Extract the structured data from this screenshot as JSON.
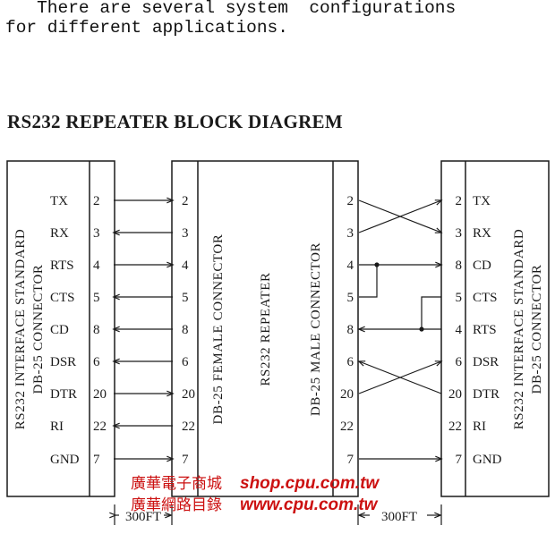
{
  "intro": {
    "line1": "   There are several system  configurations",
    "line2": "for different applications."
  },
  "title": "RS232 REPEATER BLOCK DIAGREM",
  "left_device": {
    "label_line1": "RS232 INTERFACE STANDARD",
    "label_line2": "DB-25 CONNECTOR",
    "signals": [
      "TX",
      "RX",
      "RTS",
      "CTS",
      "CD",
      "DSR",
      "DTR",
      "RI",
      "GND"
    ],
    "pins": [
      "2",
      "3",
      "4",
      "5",
      "8",
      "6",
      "20",
      "22",
      "7"
    ]
  },
  "repeater": {
    "female_label": "DB-25 FEMALE CONNECTOR",
    "center_label": "RS232 REPEATER",
    "male_label": "DB-25 MALE CONNECTOR",
    "female_pins": [
      "2",
      "3",
      "4",
      "5",
      "8",
      "6",
      "20",
      "22",
      "7"
    ],
    "male_pins": [
      "2",
      "3",
      "4",
      "5",
      "8",
      "6",
      "20",
      "22",
      "7"
    ]
  },
  "right_device": {
    "label_line1": "RS232 INTERFACE STANDARD",
    "label_line2": "DB-25 CONNECTOR",
    "signals": [
      "TX",
      "RX",
      "CD",
      "CTS",
      "RTS",
      "DSR",
      "DTR",
      "RI",
      "GND"
    ],
    "pins": [
      "2",
      "3",
      "8",
      "5",
      "4",
      "6",
      "20",
      "22",
      "7"
    ]
  },
  "cable_left": {
    "length": "300FT"
  },
  "cable_right": {
    "length": "300FT"
  },
  "watermark": {
    "line1_zh": "廣華電子商城",
    "line1_url": "shop.cpu.com.tw",
    "line2_zh": "廣華網路目錄",
    "line2_url": "www.cpu.com.tw"
  }
}
